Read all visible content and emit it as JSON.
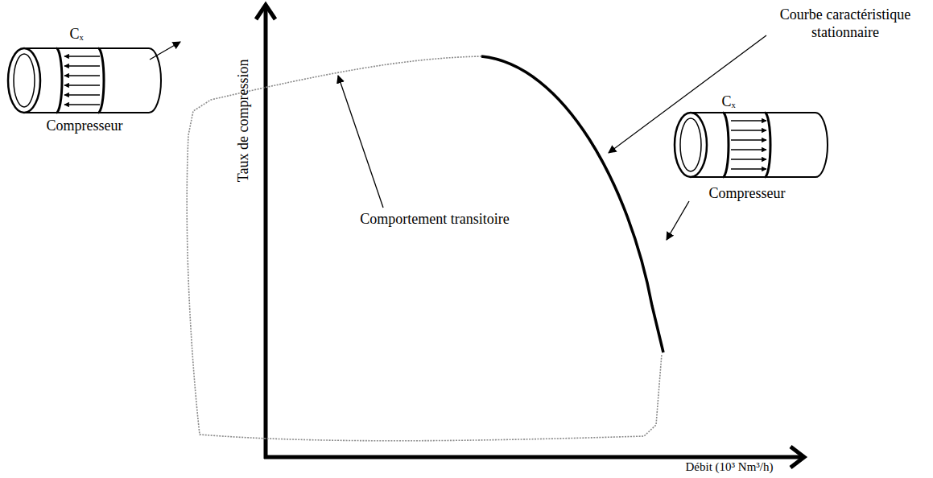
{
  "diagram": {
    "labels": [
      "Taux de compression",
      "Débit (10³ Nm³/h)",
      "Courbe caractéristique stationnaire",
      "Comportement transitoire",
      "Cₓ",
      "Compresseur",
      "Cₓ",
      "Compresseur"
    ]
  }
}
